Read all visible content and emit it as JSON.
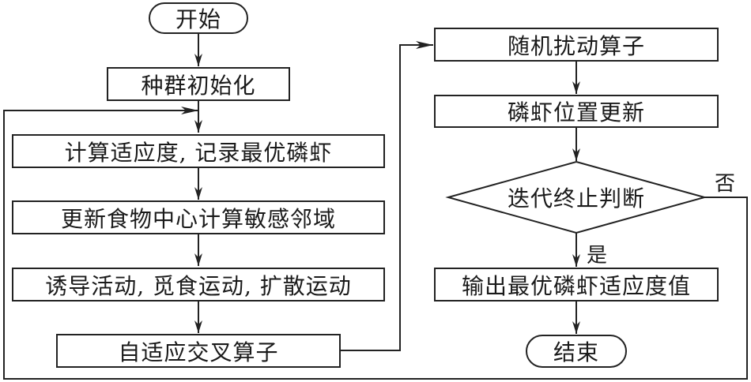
{
  "diagram": {
    "type": "flowchart",
    "nodes": {
      "start": "开始",
      "init": "种群初始化",
      "fitness": "计算适应度, 记录最优磷虾",
      "update_food": "更新食物中心计算敏感邻域",
      "motion": "诱导活动, 觅食运动, 扩散运动",
      "crossover": "自适应交叉算子",
      "perturb": "随机扰动算子",
      "position_update": "磷虾位置更新",
      "decision": "迭代终止判断",
      "output": "输出最优磷虾适应度值",
      "end": "结束"
    },
    "branch_labels": {
      "yes": "是",
      "no": "否"
    },
    "edges": [
      {
        "from": "start",
        "to": "init"
      },
      {
        "from": "init",
        "to": "fitness"
      },
      {
        "from": "fitness",
        "to": "update_food"
      },
      {
        "from": "update_food",
        "to": "motion"
      },
      {
        "from": "motion",
        "to": "crossover"
      },
      {
        "from": "crossover",
        "to": "perturb"
      },
      {
        "from": "perturb",
        "to": "position_update"
      },
      {
        "from": "position_update",
        "to": "decision"
      },
      {
        "from": "decision",
        "to": "output",
        "label": "是"
      },
      {
        "from": "decision",
        "to": "fitness",
        "label": "否"
      },
      {
        "from": "output",
        "to": "end"
      }
    ]
  }
}
